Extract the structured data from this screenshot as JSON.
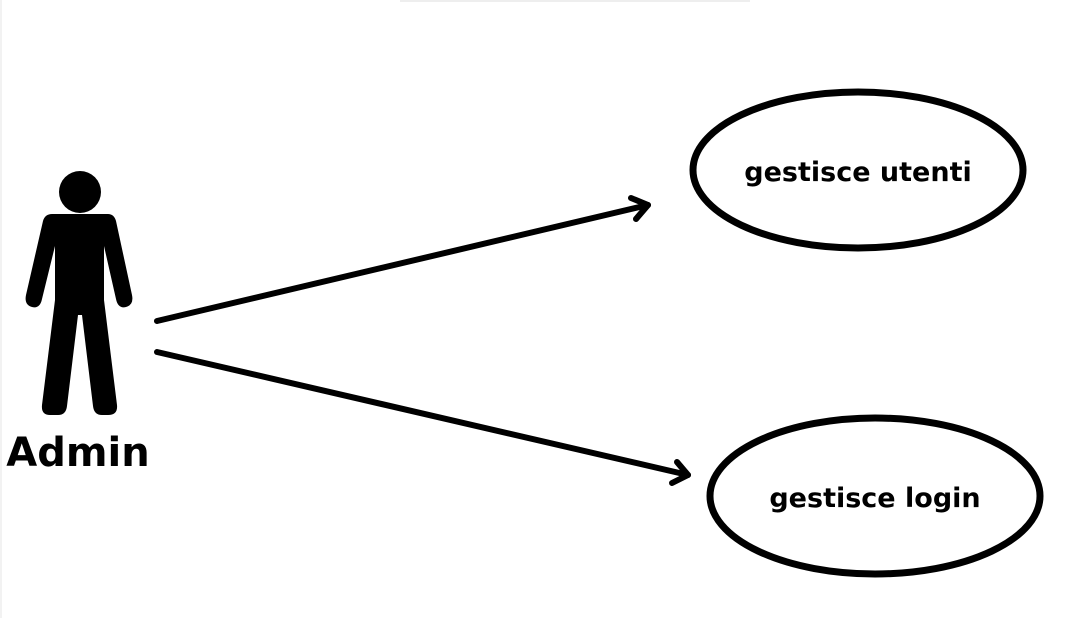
{
  "actor": {
    "label": "Admin",
    "icon": "person-icon"
  },
  "use_cases": [
    {
      "id": "uc1",
      "label": "gestisce utenti"
    },
    {
      "id": "uc2",
      "label": "gestisce login"
    }
  ],
  "edges": [
    {
      "from": "actor",
      "to": "uc1",
      "arrow": "open"
    },
    {
      "from": "actor",
      "to": "uc2",
      "arrow": "open"
    }
  ],
  "colors": {
    "stroke": "#000000",
    "background": "#ffffff"
  }
}
